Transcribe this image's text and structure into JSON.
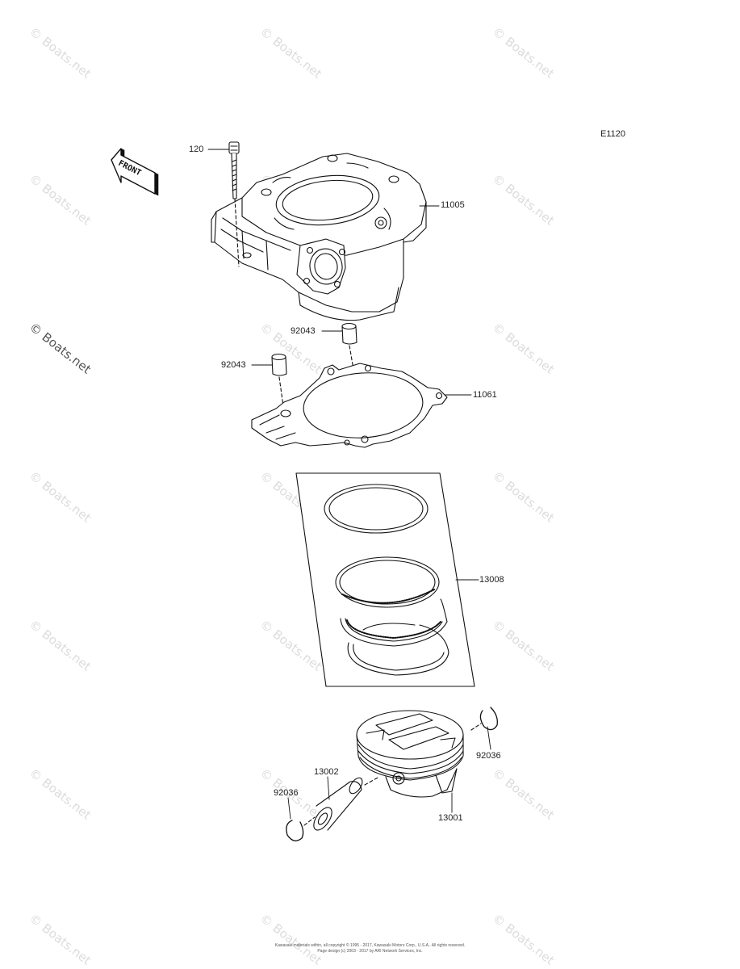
{
  "diagram_code": "E1120",
  "front_label": "FRONT",
  "watermark": "© Boats.net",
  "parts": [
    {
      "id": "bolt",
      "number": "120"
    },
    {
      "id": "cylinder",
      "number": "11005"
    },
    {
      "id": "dowel-upper",
      "number": "92043"
    },
    {
      "id": "dowel-lower",
      "number": "92043"
    },
    {
      "id": "gasket",
      "number": "11061"
    },
    {
      "id": "ring-set",
      "number": "13008"
    },
    {
      "id": "circlip-right",
      "number": "92036"
    },
    {
      "id": "piston-pin",
      "number": "13002"
    },
    {
      "id": "circlip-left",
      "number": "92036"
    },
    {
      "id": "piston",
      "number": "13001"
    }
  ],
  "copyright": [
    "Kawasaki materials within, all copyright © 1995 - 2017, Kawasaki Motors Corp., U.S.A.. All rights reserved.",
    "Page design (c) 2003 - 2017 by ARI Network Services, Inc."
  ]
}
